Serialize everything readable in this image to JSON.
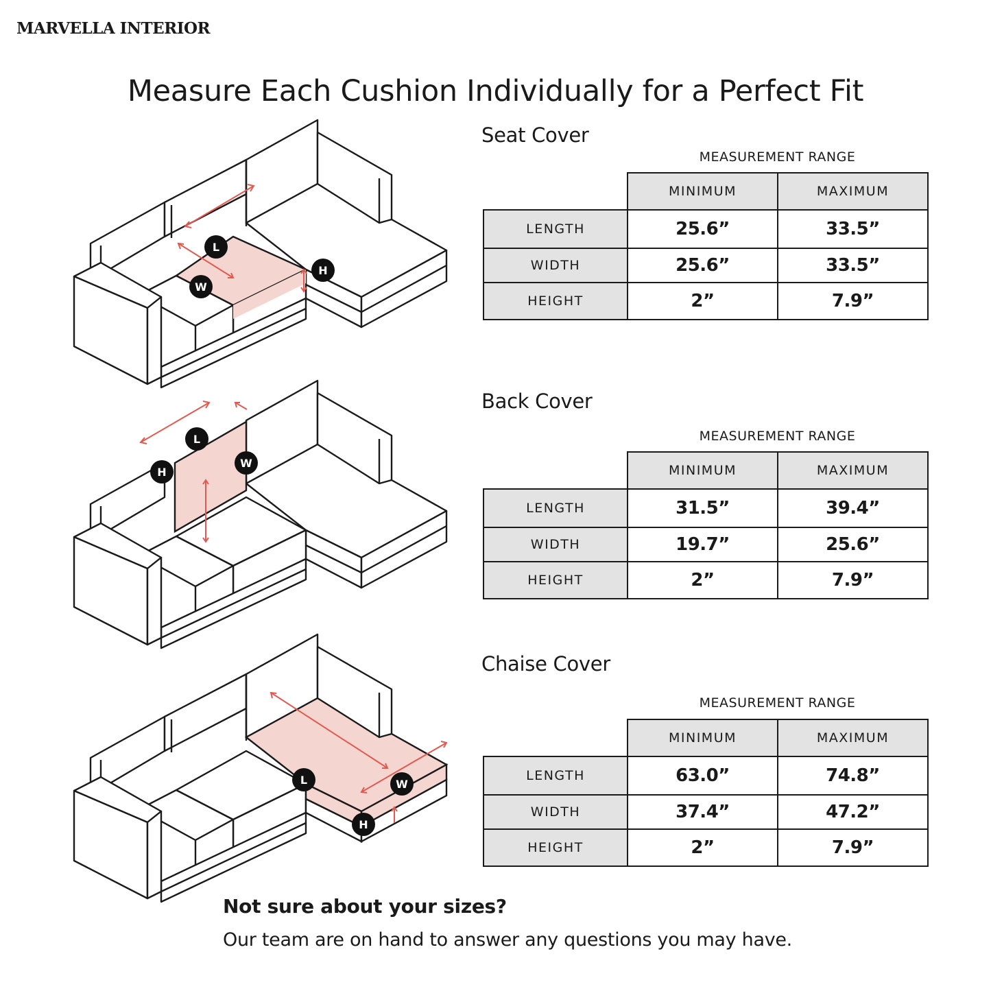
{
  "brand": "MARVELLA INTERIOR",
  "title": "Measure Each Cushion Individually for a Perfect Fit",
  "colors": {
    "highlight": "#f5d5cf",
    "measure_line": "#e05a50",
    "marker": "#111111"
  },
  "sections": [
    {
      "title": "Seat Cover",
      "range_label": "MEASUREMENT RANGE",
      "columns": [
        "MINIMUM",
        "MAXIMUM"
      ],
      "rows": [
        {
          "label": "LENGTH",
          "min": "25.6”",
          "max": "33.5”"
        },
        {
          "label": "WIDTH",
          "min": "25.6”",
          "max": "33.5”"
        },
        {
          "label": "HEIGHT",
          "min": "2”",
          "max": "7.9”"
        }
      ],
      "markers": [
        "L",
        "W",
        "H"
      ]
    },
    {
      "title": "Back Cover",
      "range_label": "MEASUREMENT RANGE",
      "columns": [
        "MINIMUM",
        "MAXIMUM"
      ],
      "rows": [
        {
          "label": "LENGTH",
          "min": "31.5”",
          "max": "39.4”"
        },
        {
          "label": "WIDTH",
          "min": "19.7”",
          "max": "25.6”"
        },
        {
          "label": "HEIGHT",
          "min": "2”",
          "max": "7.9”"
        }
      ],
      "markers": [
        "L",
        "W",
        "H"
      ]
    },
    {
      "title": "Chaise Cover",
      "range_label": "MEASUREMENT RANGE",
      "columns": [
        "MINIMUM",
        "MAXIMUM"
      ],
      "rows": [
        {
          "label": "LENGTH",
          "min": "63.0”",
          "max": "74.8”"
        },
        {
          "label": "WIDTH",
          "min": "37.4”",
          "max": "47.2”"
        },
        {
          "label": "HEIGHT",
          "min": "2”",
          "max": "7.9”"
        }
      ],
      "markers": [
        "L",
        "W",
        "H"
      ]
    }
  ],
  "help": {
    "title": "Not sure about your sizes?",
    "text": "Our team are on hand to answer any questions you may have."
  }
}
